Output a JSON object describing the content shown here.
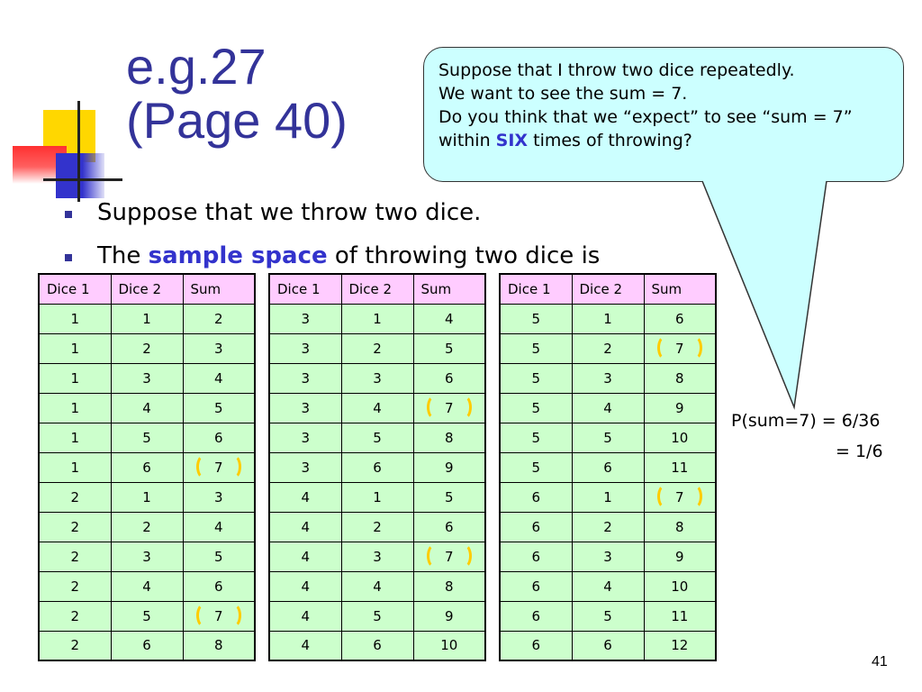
{
  "slide": {
    "title_line1": "e.g.27",
    "title_line2": "(Page 40)",
    "page_number": "41",
    "colors": {
      "title": "#333399",
      "highlight": "#3333cc",
      "callout_bg": "#ccffff",
      "header_bg": "#ffccff",
      "cell_bg": "#ccffcc",
      "circle": "#ffcc00"
    }
  },
  "bullets": [
    {
      "text": "Suppose that we throw two dice."
    },
    {
      "pre": "The ",
      "highlight": "sample space",
      "post": " of throwing two dice  is"
    }
  ],
  "callout": {
    "line1": "Suppose that I throw two dice repeatedly.",
    "line2": "We want to see the sum = 7.",
    "line3a": "Do you think that we “expect” to see “sum = 7” within ",
    "line3_highlight": "SIX",
    "line3b": " times of throwing?"
  },
  "tables": [
    {
      "headers": [
        "Dice 1",
        "Dice 2",
        "Sum"
      ],
      "rows": [
        [
          "1",
          "1",
          "2"
        ],
        [
          "1",
          "2",
          "3"
        ],
        [
          "1",
          "3",
          "4"
        ],
        [
          "1",
          "4",
          "5"
        ],
        [
          "1",
          "5",
          "6"
        ],
        [
          "1",
          "6",
          "7"
        ],
        [
          "2",
          "1",
          "3"
        ],
        [
          "2",
          "2",
          "4"
        ],
        [
          "2",
          "3",
          "5"
        ],
        [
          "2",
          "4",
          "6"
        ],
        [
          "2",
          "5",
          "7"
        ],
        [
          "2",
          "6",
          "8"
        ]
      ]
    },
    {
      "headers": [
        "Dice 1",
        "Dice 2",
        "Sum"
      ],
      "rows": [
        [
          "3",
          "1",
          "4"
        ],
        [
          "3",
          "2",
          "5"
        ],
        [
          "3",
          "3",
          "6"
        ],
        [
          "3",
          "4",
          "7"
        ],
        [
          "3",
          "5",
          "8"
        ],
        [
          "3",
          "6",
          "9"
        ],
        [
          "4",
          "1",
          "5"
        ],
        [
          "4",
          "2",
          "6"
        ],
        [
          "4",
          "3",
          "7"
        ],
        [
          "4",
          "4",
          "8"
        ],
        [
          "4",
          "5",
          "9"
        ],
        [
          "4",
          "6",
          "10"
        ]
      ]
    },
    {
      "headers": [
        "Dice 1",
        "Dice 2",
        "Sum"
      ],
      "rows": [
        [
          "5",
          "1",
          "6"
        ],
        [
          "5",
          "2",
          "7"
        ],
        [
          "5",
          "3",
          "8"
        ],
        [
          "5",
          "4",
          "9"
        ],
        [
          "5",
          "5",
          "10"
        ],
        [
          "5",
          "6",
          "11"
        ],
        [
          "6",
          "1",
          "7"
        ],
        [
          "6",
          "2",
          "8"
        ],
        [
          "6",
          "3",
          "9"
        ],
        [
          "6",
          "4",
          "10"
        ],
        [
          "6",
          "5",
          "11"
        ],
        [
          "6",
          "6",
          "12"
        ]
      ]
    }
  ],
  "probability": {
    "line1": "P(sum=7) = 6/36",
    "line2": "= 1/6"
  }
}
